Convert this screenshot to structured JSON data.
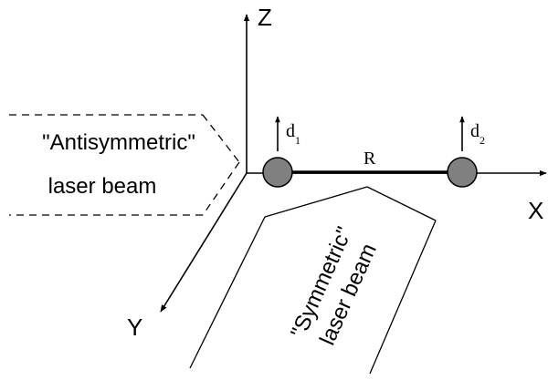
{
  "axes": {
    "x_label": "X",
    "y_label": "Y",
    "z_label": "Z"
  },
  "molecule": {
    "dipole_1": {
      "base": "d",
      "subscript": "1"
    },
    "dipole_2": {
      "base": "d",
      "subscript": "2"
    },
    "distance_label": "R",
    "atom_fill": "#808080"
  },
  "antisymmetric_beam": {
    "line1": "\"Antisymmetric\"",
    "line2": "laser beam"
  },
  "symmetric_beam": {
    "line1": "\"Symmetric\"",
    "line2": "laser beam"
  }
}
